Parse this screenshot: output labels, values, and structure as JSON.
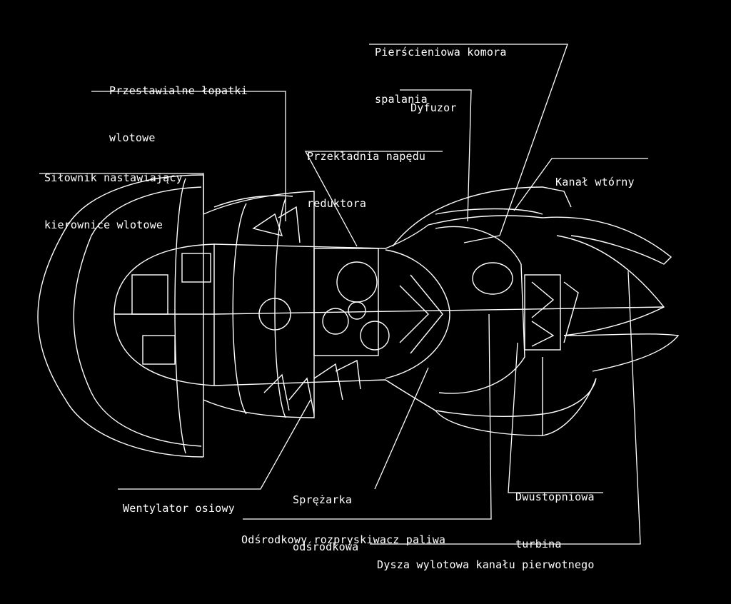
{
  "labels": {
    "combustor_l1": "Pierścieniowa komora",
    "combustor_l2": "spalania",
    "inlet_vanes_l1": "Przestawialne łopatki",
    "inlet_vanes_l2": "wlotowe",
    "diffuser": "Dyfuzor",
    "gearbox_l1": "Przekładnia napędu",
    "gearbox_l2": "reduktora",
    "actuator_l1": "Siłownik nastawiający",
    "actuator_l2": "kierownice wlotowe",
    "bypass": "Kanał wtórny",
    "fan": "Wentylator osiowy",
    "compressor_l1": "Sprężarka",
    "compressor_l2": "odśrodkowa",
    "turbine_l1": "Dwustopniowa",
    "turbine_l2": "turbina",
    "fuel_slinger": "Odśrodkowy rozpryskiwacz paliwa",
    "nozzle": "Dysza wylotowa kanału pierwotnego"
  },
  "colors": {
    "background": "#000000",
    "line": "#ffffff"
  }
}
